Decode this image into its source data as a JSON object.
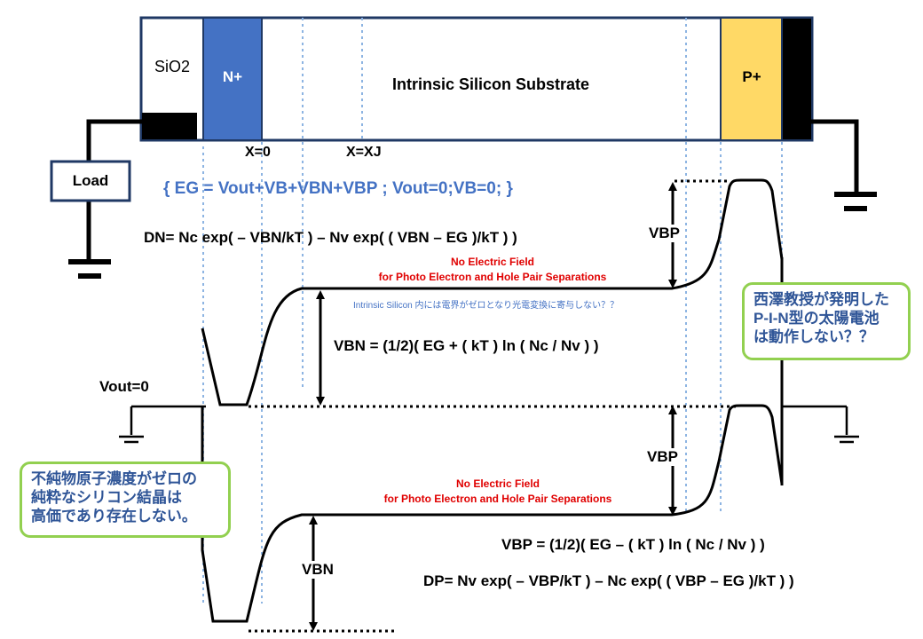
{
  "device": {
    "sio2": "SiO2",
    "n_plus": "N+",
    "intrinsic": "Intrinsic Silicon Substrate",
    "p_plus": "P+",
    "x0": "X=0",
    "xj": "X=XJ",
    "load": "Load"
  },
  "equations": {
    "eg_sum": "{ EG = Vout+VB+VBN+VBP ; Vout=0;VB=0; }",
    "dn": "DN= Nc exp( – VBN/kT ) – Nv exp( ( VBN – EG )/kT ) )",
    "vbn_formula": "VBN = (1/2)( EG + ( kT ) ln ( Nc / Nv ) )",
    "vbp_formula": "VBP = (1/2)( EG – ( kT ) ln ( Nc / Nv ) )",
    "dp": "DP= Nv exp( – VBP/kT ) – Nc exp( ( VBP – EG )/kT ) )"
  },
  "labels": {
    "vbp_top": "VBP",
    "vbp_bottom": "VBP",
    "vbn_bottom": "VBN",
    "vout": "Vout=0",
    "no_field_top": "No Electric Field\nfor Photo Electron and Hole Pair Separations",
    "no_field_bottom": "No Electric Field\nfor Photo Electron and Hole Pair Separations",
    "intrinsic_note": "Intrinsic Silicon 内には電界がゼロとなり光電変換に寄与しない？？"
  },
  "notes": {
    "right": "西澤教授が発明した\nP-I-N型の太陽電池\nは動作しない？？",
    "left": "不純物原子濃度がゼロの\n純粋なシリコン結晶は\n高価であり存在しない。"
  },
  "colors": {
    "n_plus": "#4472c4",
    "p_plus": "#ffd966",
    "outline": "#1f3864",
    "accent_text": "#4472c4",
    "warning_text": "#e00000",
    "note_border": "#92d050",
    "note_text": "#2f5597",
    "guide_line": "#8db4e2"
  }
}
